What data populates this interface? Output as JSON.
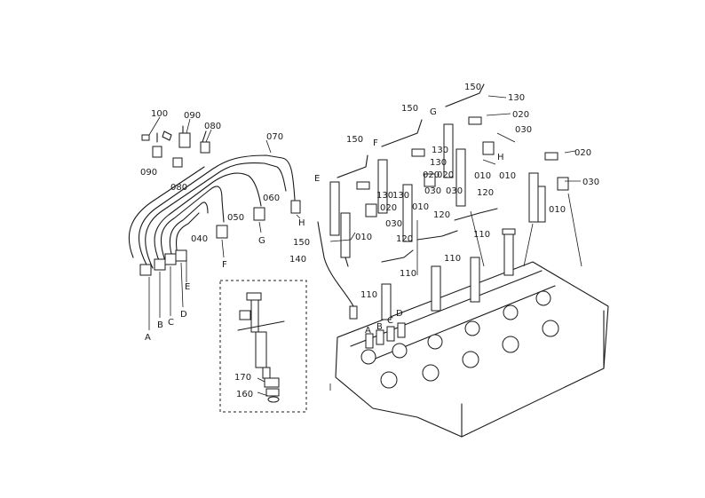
{
  "callouts": [
    {
      "text": "100"
    },
    {
      "text": "090"
    },
    {
      "text": "080"
    },
    {
      "text": "090"
    },
    {
      "text": "080"
    },
    {
      "text": "070"
    },
    {
      "text": "060"
    },
    {
      "text": "050"
    },
    {
      "text": "040"
    },
    {
      "text": "A"
    },
    {
      "text": "B"
    },
    {
      "text": "C"
    },
    {
      "text": "D"
    },
    {
      "text": "E"
    },
    {
      "text": "F"
    },
    {
      "text": "G"
    },
    {
      "text": "H"
    },
    {
      "text": "150"
    },
    {
      "text": "130"
    },
    {
      "text": "150"
    },
    {
      "text": "130"
    },
    {
      "text": "020"
    },
    {
      "text": "030"
    },
    {
      "text": "010"
    },
    {
      "text": "150"
    },
    {
      "text": "140"
    },
    {
      "text": "E"
    },
    {
      "text": "F"
    },
    {
      "text": "G"
    },
    {
      "text": "H"
    },
    {
      "text": "130"
    },
    {
      "text": "020"
    },
    {
      "text": "030"
    },
    {
      "text": "010"
    },
    {
      "text": "130"
    },
    {
      "text": "020"
    },
    {
      "text": "030"
    },
    {
      "text": "010"
    },
    {
      "text": "120"
    },
    {
      "text": "120"
    },
    {
      "text": "120"
    },
    {
      "text": "110"
    },
    {
      "text": "110"
    },
    {
      "text": "110"
    },
    {
      "text": "110"
    },
    {
      "text": "A"
    },
    {
      "text": "B"
    },
    {
      "text": "C"
    },
    {
      "text": "D"
    },
    {
      "text": "150"
    },
    {
      "text": "130"
    },
    {
      "text": "020"
    },
    {
      "text": "030"
    },
    {
      "text": "010"
    },
    {
      "text": "020"
    },
    {
      "text": "030"
    },
    {
      "text": "010"
    },
    {
      "text": "170"
    },
    {
      "text": "160"
    }
  ]
}
